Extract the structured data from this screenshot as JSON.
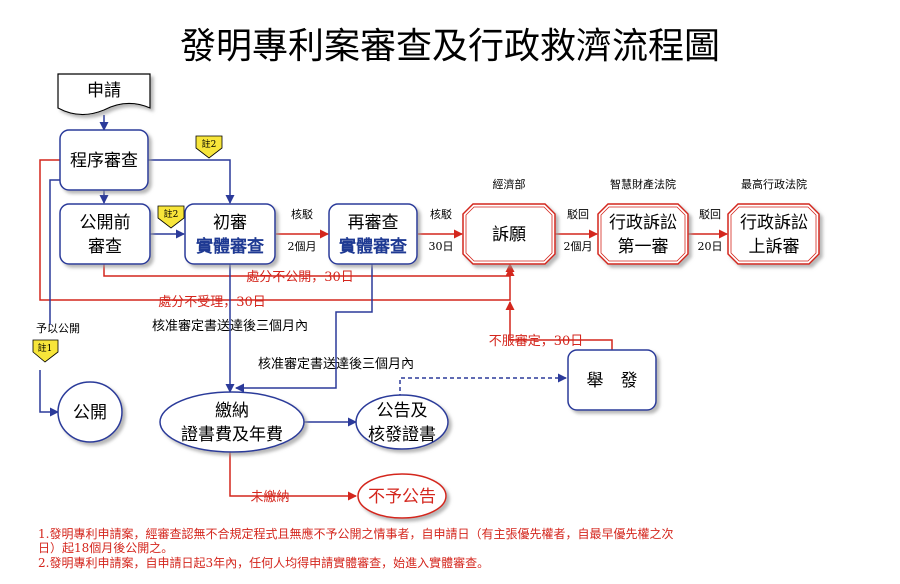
{
  "title": "發明專利案審查及行政救濟流程圖",
  "nodes": {
    "apply": "申請",
    "formal_review": "程序審查",
    "pre_pub_line1": "公開前",
    "pre_pub_line2": "審查",
    "initial_line1": "初審",
    "initial_line2": "實體審查",
    "re_line1": "再審查",
    "re_line2": "實體審查",
    "appeal": "訴願",
    "admin1_line1": "行政訴訟",
    "admin1_line2": "第一審",
    "admin2_line1": "行政訴訟",
    "admin2_line2": "上訴審",
    "publish": "公開",
    "fee_line1": "繳納",
    "fee_line2": "證書費及年費",
    "announce_line1": "公告及",
    "announce_line2": "核發證書",
    "report": "舉　發",
    "no_announce": "不予公告"
  },
  "orgs": {
    "moea": "經濟部",
    "ip_court": "智慧財產法院",
    "supreme_admin": "最高行政法院"
  },
  "edge_labels": {
    "reject1": "核駁",
    "period1": "2個月",
    "reject2": "核駁",
    "period2": "30日",
    "dismiss1": "駁回",
    "period3": "2個月",
    "dismiss2": "駁回",
    "period4": "20日",
    "grant_public": "予以公開",
    "no_public": "處分不公開，30日",
    "not_accepted": "處分不受理，30日",
    "approve_three_months_1": "核准審定書送達後三個月內",
    "approve_three_months_2": "核准審定書送達後三個月內",
    "objection": "不服審定，30日",
    "unpaid": "未繳納"
  },
  "badges": {
    "badge_top": "註2",
    "badge_mid": "註2",
    "badge_left": "註1"
  },
  "notes": {
    "note1_line1": "1.發明專利申請案，經審查認無不合規定程式且無應不予公開之情事者，自申請日（有主張優先權者，自最早優先權之次",
    "note1_line2": "日）起18個月後公開之。",
    "note2": "2.發明專利申請案，自申請日起3年內，任何人均得申請實體審查，始進入實體審查。"
  },
  "colors": {
    "box_stroke": "#2b3a9a",
    "red_box_stroke": "#d4261d",
    "blue_arrow": "#2b3a9a",
    "red_arrow": "#d4261d",
    "badge_fill": "#f7e53a"
  }
}
